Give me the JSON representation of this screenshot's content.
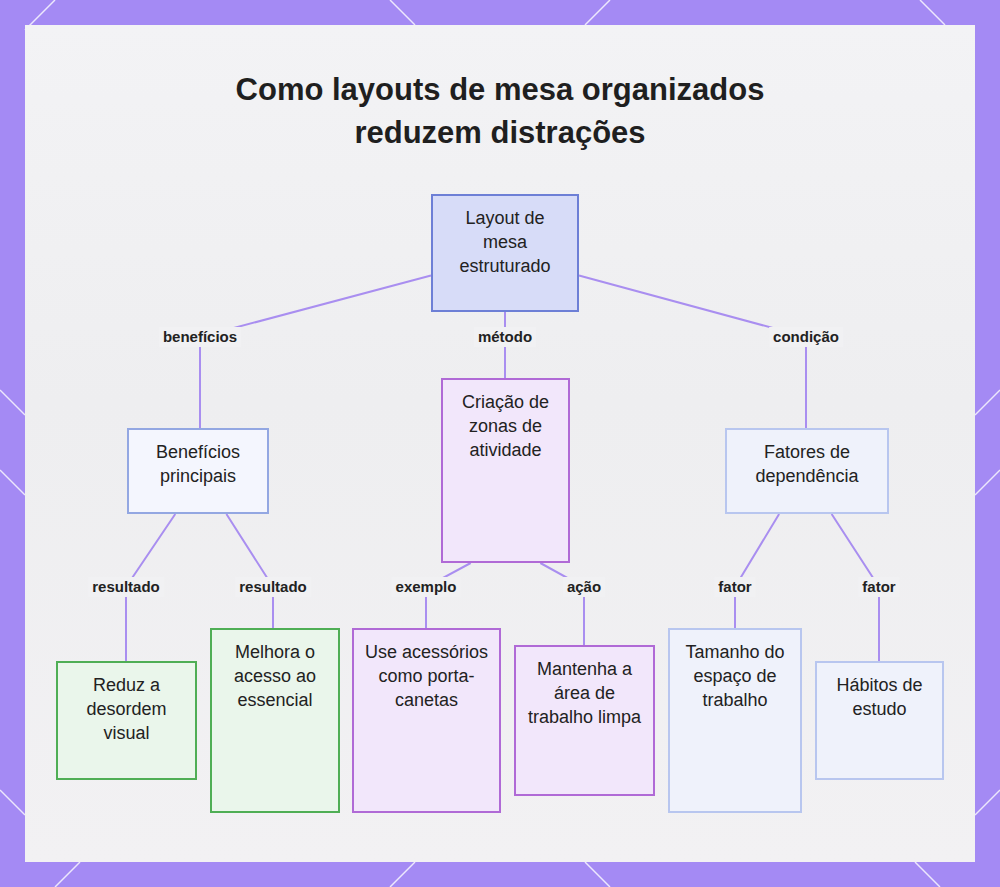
{
  "diagram": {
    "title": "Como layouts de mesa organizados reduzem distrações",
    "nodes": [
      {
        "text": [
          "Layout de mesa estruturado"
        ]
      },
      {
        "text": [
          "Benefícios principais"
        ]
      },
      {
        "text": [
          "Criação de zonas de atividade"
        ]
      },
      {
        "text": [
          "Fatores de dependência"
        ]
      },
      {
        "text": [
          "Reduz a desordem visual"
        ]
      },
      {
        "text": [
          "Melhora o acesso ao essencial"
        ]
      },
      {
        "text": [
          "Use acessórios como porta-canetas"
        ]
      },
      {
        "text": [
          "Mantenha a área de trabalho limpa"
        ]
      },
      {
        "text": [
          "Tamanho do espaço de trabalho"
        ]
      },
      {
        "text": [
          "Hábitos de estudo"
        ]
      }
    ],
    "edges": [
      {
        "from": 0,
        "to": 1,
        "label": "benefícios",
        "arrow": "none"
      },
      {
        "from": 0,
        "to": 2,
        "label": "método",
        "arrow": "none"
      },
      {
        "from": 0,
        "to": 3,
        "label": "condição",
        "arrow": "none"
      },
      {
        "from": 1,
        "to": 4,
        "label": "resultado",
        "arrow": "none"
      },
      {
        "from": 1,
        "to": 5,
        "label": "resultado",
        "arrow": "none"
      },
      {
        "from": 2,
        "to": 6,
        "label": "exemplo",
        "arrow": "none"
      },
      {
        "from": 2,
        "to": 7,
        "label": "ação",
        "arrow": "none"
      },
      {
        "from": 3,
        "to": 8,
        "label": "fator",
        "arrow": "none"
      },
      {
        "from": 3,
        "to": 9,
        "label": "fator",
        "arrow": "none"
      }
    ]
  }
}
